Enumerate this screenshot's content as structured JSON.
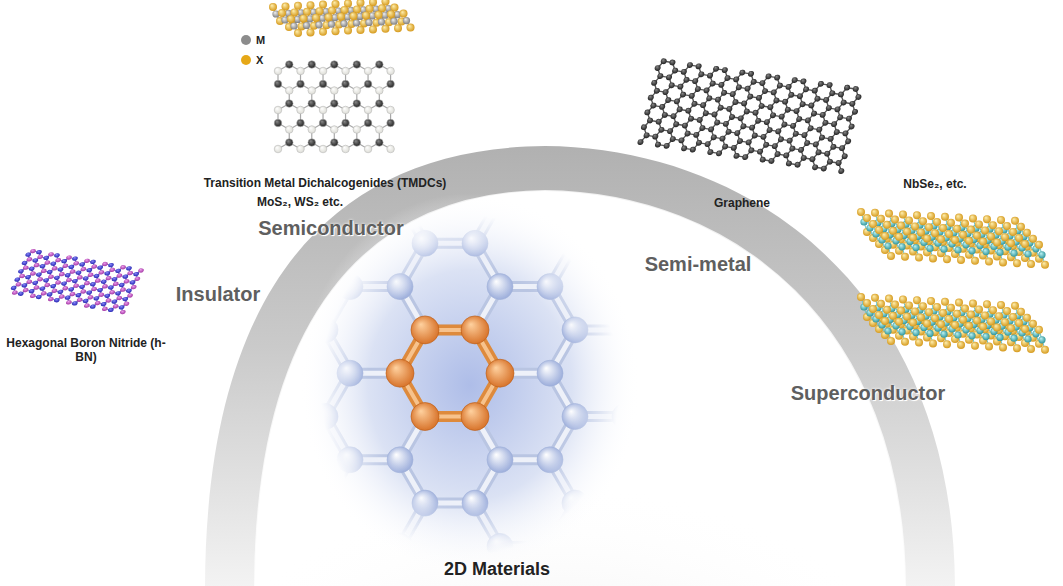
{
  "diagram": {
    "labels": [
      "Transition Metal Dichalcogenides (TMDCs)",
      "MoS₂, WS₂ etc.",
      "Semiconductor",
      "Graphene",
      "Semi-metal",
      "NbSe₂, etc.",
      "Insulator",
      "Hexagonal Boron Nitride (h-BN)",
      "Superconductor",
      "2D Materials"
    ],
    "legend": [
      {
        "text": "M",
        "color": "#8c8c8c"
      },
      {
        "text": "X",
        "color": "#e6a817"
      }
    ]
  }
}
